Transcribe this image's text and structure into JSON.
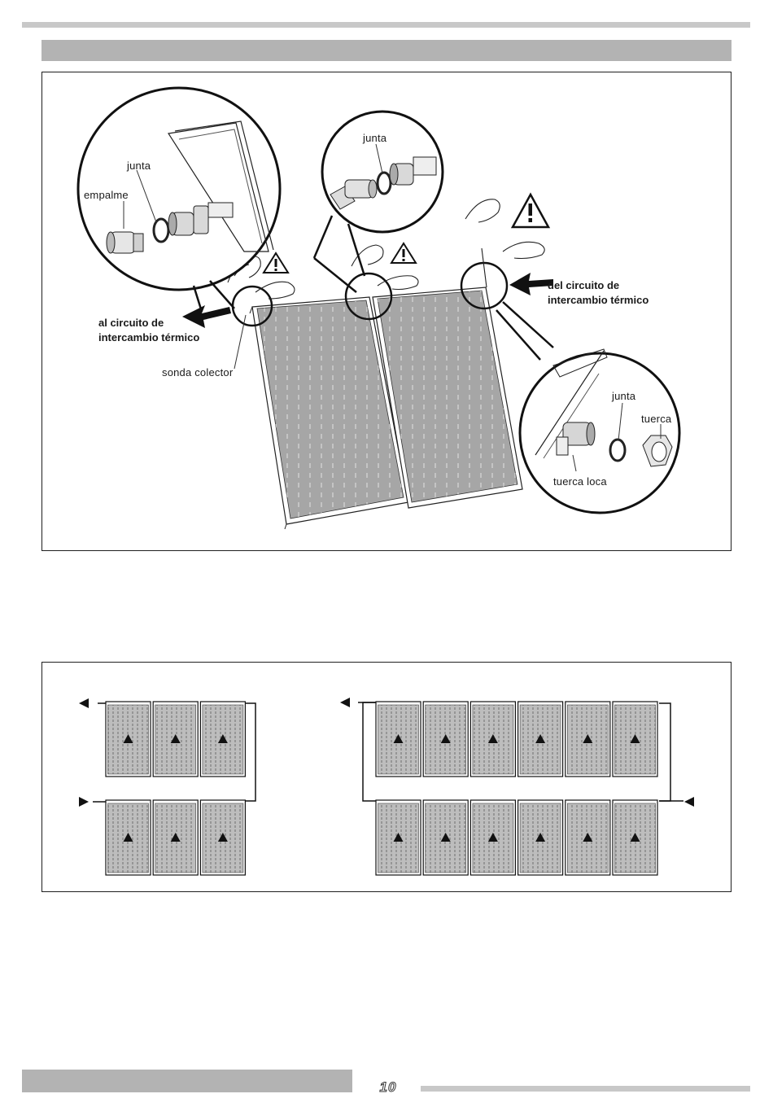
{
  "labels": {
    "junta_left": "junta",
    "empalme": "empalme",
    "junta_top": "junta",
    "al_circuito_l1": "al circuito de",
    "al_circuito_l2": "intercambio térmico",
    "sonda_colector": "sonda colector",
    "del_circuito_l1": "del circuito de",
    "del_circuito_l2": "intercambio térmico",
    "junta_right": "junta",
    "tuerca": "tuerca",
    "tuerca_loca": "tuerca loca"
  },
  "icons": [
    "warning-triangle-icon",
    "flow-arrow-icon",
    "hand-icon",
    "magnifier-circle-icon"
  ],
  "footer": {
    "page_number": "10"
  },
  "colors": {
    "panel_fill": "#a6a6a6",
    "band_gray": "#b3b3b3",
    "rule_gray": "#c8c8c8",
    "ink": "#1a1a1a"
  }
}
